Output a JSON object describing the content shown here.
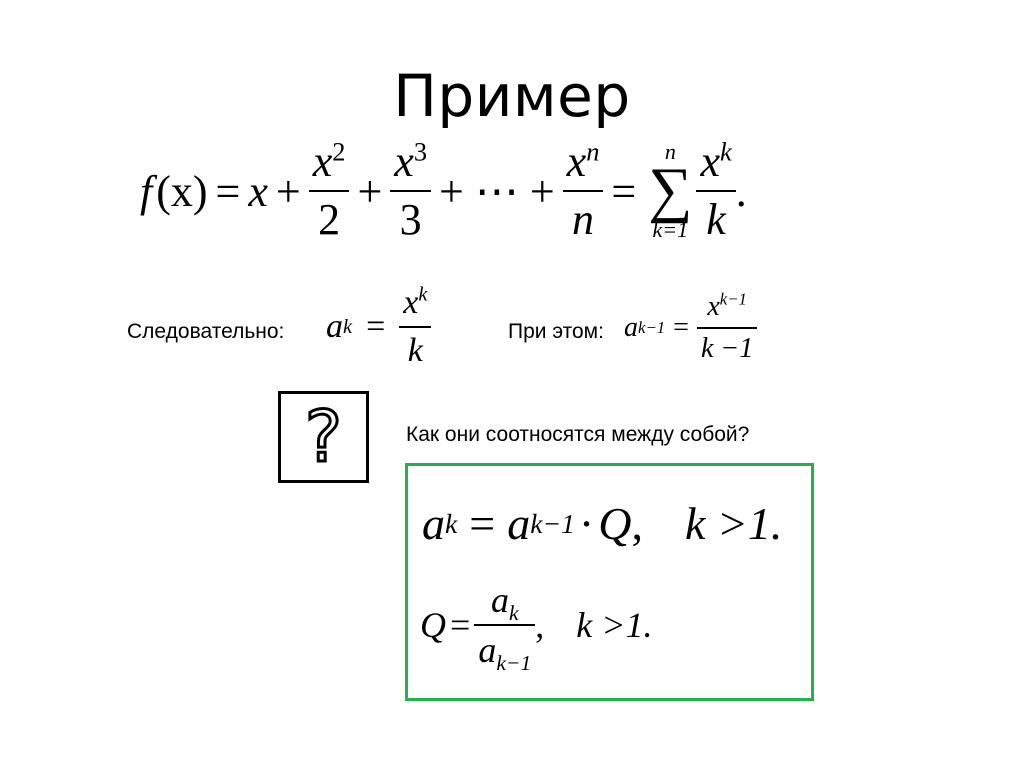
{
  "slide": {
    "title": "Пример",
    "main_formula": {
      "lhs": "f",
      "lhs_arg": "(x)",
      "eq": "=",
      "term1": "x",
      "plus": "+",
      "frac1": {
        "num": "x",
        "num_exp": "2",
        "den": "2"
      },
      "frac2": {
        "num": "x",
        "num_exp": "3",
        "den": "3"
      },
      "ellipsis": "+ ⋯ +",
      "frac3": {
        "num": "x",
        "num_exp": "n",
        "den": "n"
      },
      "sum": {
        "symbol": "∑",
        "upper": "n",
        "lower": "k=1"
      },
      "frac4": {
        "num": "x",
        "num_exp": "k",
        "den": "k"
      },
      "period": "."
    },
    "consequently": {
      "label": "Следовательно:",
      "lhs": "a",
      "lhs_sub": "k",
      "eq": "=",
      "num": "x",
      "num_exp": "k",
      "den": "k"
    },
    "meanwhile": {
      "label": "При этом:",
      "lhs": "a",
      "lhs_sub": "k−1",
      "eq": "=",
      "num": "x",
      "num_exp": "k−1",
      "den": "k −1"
    },
    "question_icon": "question-mark-icon",
    "question_text": "Как они соотносятся между собой?",
    "answer_box": {
      "border_color": "#22b14c",
      "line1": {
        "a": "a",
        "sub_k": "k",
        "eq": "=",
        "a2": "a",
        "sub_k1": "k−1",
        "dot": "·",
        "Q": "Q",
        "comma": ",",
        "cond": "k >1."
      },
      "line2": {
        "Q": "Q",
        "eq": "=",
        "num": "a",
        "num_sub": "k",
        "den": "a",
        "den_sub": "k−1",
        "comma": ",",
        "cond": "k >1."
      }
    }
  }
}
